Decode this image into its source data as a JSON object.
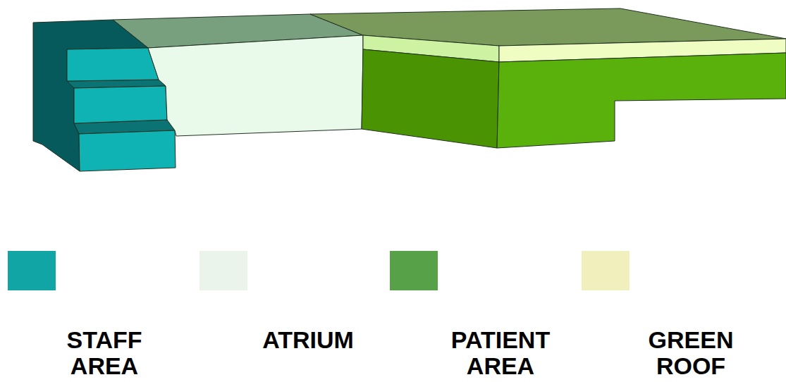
{
  "diagram": {
    "legend": [
      {
        "text": "STAFF AREA",
        "color": "#12a5a6"
      },
      {
        "text": "ATRIUM",
        "color": "#eaf4ea"
      },
      {
        "text": "PATIENT AREA",
        "color": "#57a248"
      },
      {
        "text": "GREEN ROOF",
        "color": "#f1efbb"
      }
    ]
  }
}
